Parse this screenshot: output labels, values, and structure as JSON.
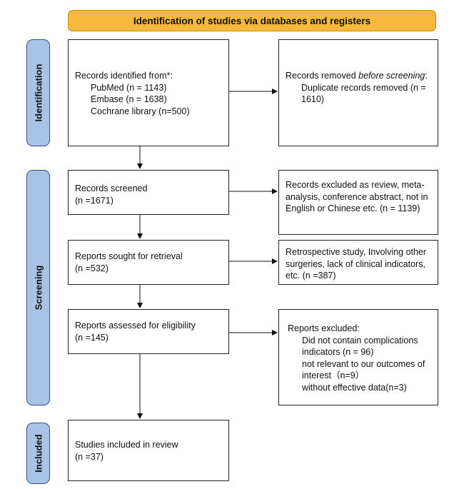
{
  "header": {
    "title": "Identification of studies via databases and registers"
  },
  "phases": {
    "identification": "Identification",
    "screening": "Screening",
    "included": "Included"
  },
  "boxes": {
    "records_identified": {
      "title": "Records identified from*:",
      "pubmed": "PubMed (n = 1143)",
      "embase": "Embase (n = 1638)",
      "cochrane": "Cochrane library (n=500)"
    },
    "records_removed": {
      "title_part1": "Records removed ",
      "title_part2": "before screening",
      "title_part3": ":",
      "duplicates": "Duplicate records removed (n = 1610)"
    },
    "records_screened": {
      "title": "Records screened",
      "count": "(n =1671)"
    },
    "records_excluded": {
      "text": "Records excluded as review, meta-analysis, conference abstract, not in English or Chinese etc. (n = 1139)"
    },
    "reports_sought": {
      "title": "Reports sought for retrieval",
      "count": "(n =532)"
    },
    "reports_not_retrieved": {
      "text": "Retrospective study, Involving other surgeries, lack of clinical indicators, etc. (n =387)"
    },
    "reports_assessed": {
      "title": "Reports assessed for eligibility",
      "count": "(n =145)"
    },
    "reports_excluded": {
      "title": "Reports excluded:",
      "reason1": "Did not contain complications indicators (n = 96)",
      "reason2": "not relevant to our outcomes of interest（n=9）",
      "reason3": "without effective data(n=3)"
    },
    "studies_included": {
      "title": "Studies included in review",
      "count": "(n =37)"
    }
  }
}
